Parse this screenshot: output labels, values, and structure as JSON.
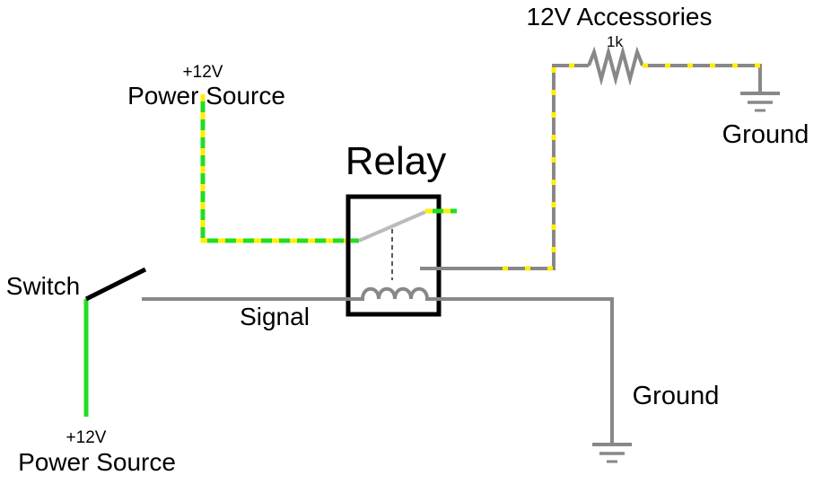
{
  "diagram": {
    "labels": {
      "power_source_top_voltage": "+12V",
      "power_source_top_label": "Power Source",
      "relay_label": "Relay",
      "accessories_label": "12V Accessories",
      "resistor_label": "1k",
      "ground_top_label": "Ground",
      "switch_label": "Switch",
      "signal_label": "Signal",
      "ground_bottom_label": "Ground",
      "power_source_bottom_voltage": "+12V",
      "power_source_bottom_label": "Power Source"
    },
    "colors": {
      "wire_gray": "#888888",
      "wire_active": "#22dd22",
      "current_dots": "#ffee00",
      "relay_box": "#000000",
      "relay_arm": "#bbbbbb",
      "switch_arm": "#000000"
    }
  }
}
